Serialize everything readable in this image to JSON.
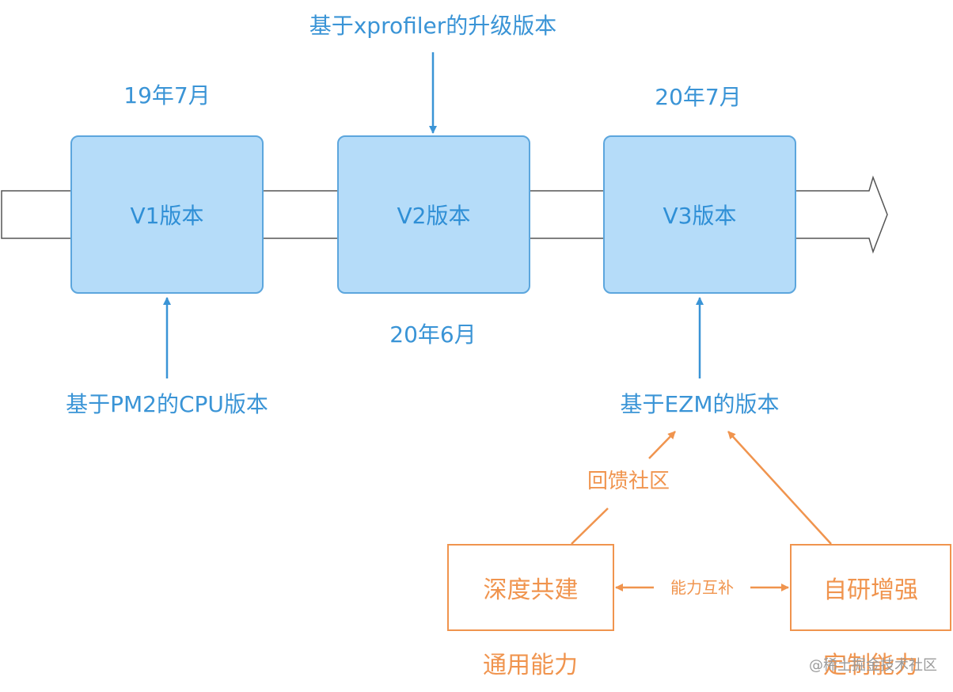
{
  "timeline": {
    "boxes": [
      {
        "label": "V1版本"
      },
      {
        "label": "V2版本"
      },
      {
        "label": "V3版本"
      }
    ],
    "dates": {
      "v1": "19年7月",
      "v2": "20年6月",
      "v3": "20年7月"
    }
  },
  "annotations": {
    "v1_basis": "基于PM2的CPU版本",
    "v2_basis": "基于xprofiler的升级版本",
    "v3_basis": "基于EZM的版本"
  },
  "collaboration": {
    "left_box": "深度共建",
    "right_box": "自研增强",
    "left_caption": "通用能力",
    "right_caption": "定制能力",
    "feedback_label": "回馈社区",
    "complement_label": "能力互补"
  },
  "watermark": "@稀土掘金技术社区",
  "colors": {
    "blue_text": "#3a94d6",
    "box_fill": "#b5dcf9",
    "box_border": "#5ca6dd",
    "orange": "#f0944e"
  }
}
